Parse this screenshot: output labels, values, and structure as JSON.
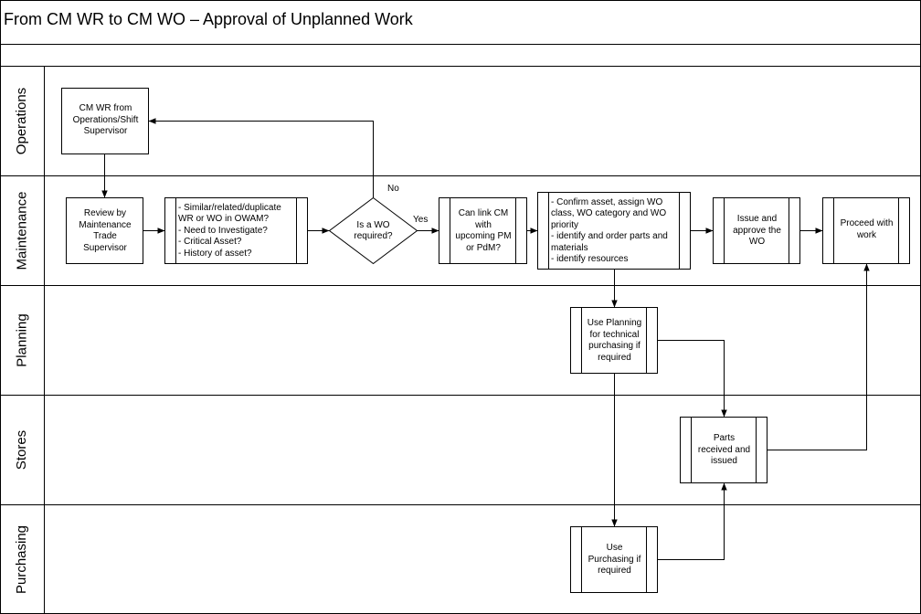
{
  "diagram": {
    "title": "From CM WR to CM WO – Approval of Unplanned Work",
    "lanes": [
      "Operations",
      "Maintenance",
      "Planning",
      "Stores",
      "Purchasing"
    ],
    "nodes": {
      "cm_wr": "CM WR from\nOperations/Shift\nSupervisor",
      "review": "Review by\nMaintenance\nTrade\nSupervisor",
      "similar": "- Similar/related/duplicate\nWR or WO in OWAM?\n- Need to Investigate?\n- Critical Asset?\n- History of asset?",
      "decision": "Is a WO\nrequired?",
      "can_link": "Can link CM\nwith\nupcoming PM\nor PdM?",
      "confirm": "- Confirm asset, assign WO\nclass, WO category and WO\npriority\n- identify and order parts and\nmaterials\n- identify resources",
      "issue": "Issue and\napprove the\nWO",
      "proceed": "Proceed with\nwork",
      "use_planning": "Use Planning\nfor technical\npurchasing if\nrequired",
      "parts": "Parts\nreceived and\nissued",
      "use_purchasing": "Use\nPurchasing if\nrequired"
    },
    "edge_labels": {
      "no": "No",
      "yes": "Yes"
    }
  }
}
